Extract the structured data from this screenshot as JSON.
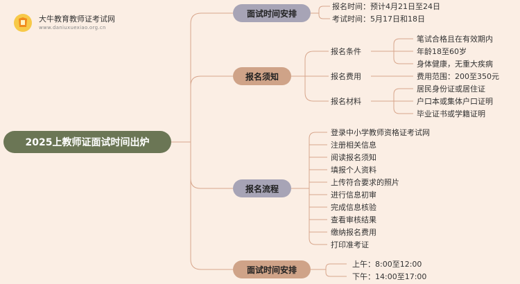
{
  "site": {
    "name": "大牛教育教师证考试网",
    "url": "www.daniuxuexiao.org.cn"
  },
  "root": "2025上教师证面试时间出炉",
  "branches": {
    "interview1": {
      "title": "面试时间安排",
      "items": [
        "报名时间：预计4月21日至24日",
        "考试时间：5月17日和18日"
      ]
    },
    "notice": {
      "title": "报名须知",
      "conditions": {
        "label": "报名条件",
        "items": [
          "笔试合格且在有效期内",
          "年龄18至60岁",
          "身体健康，无重大疾病"
        ]
      },
      "fee": {
        "label": "报名费用",
        "items": [
          "费用范围：200至350元"
        ]
      },
      "materials": {
        "label": "报名材料",
        "items": [
          "居民身份证或居住证",
          "户口本或集体户口证明",
          "毕业证书或学籍证明"
        ]
      }
    },
    "process": {
      "title": "报名流程",
      "steps": [
        "登录中小学教师资格证考试网",
        "注册相关信息",
        "阅读报名须知",
        "填报个人资料",
        "上传符合要求的照片",
        "进行信息初审",
        "完成信息核验",
        "查看审核结果",
        "缴纳报名费用",
        "打印准考证"
      ]
    },
    "interview2": {
      "title": "面试时间安排",
      "items": [
        "上午：8:00至12:00",
        "下午：14:00至17:00"
      ]
    }
  }
}
